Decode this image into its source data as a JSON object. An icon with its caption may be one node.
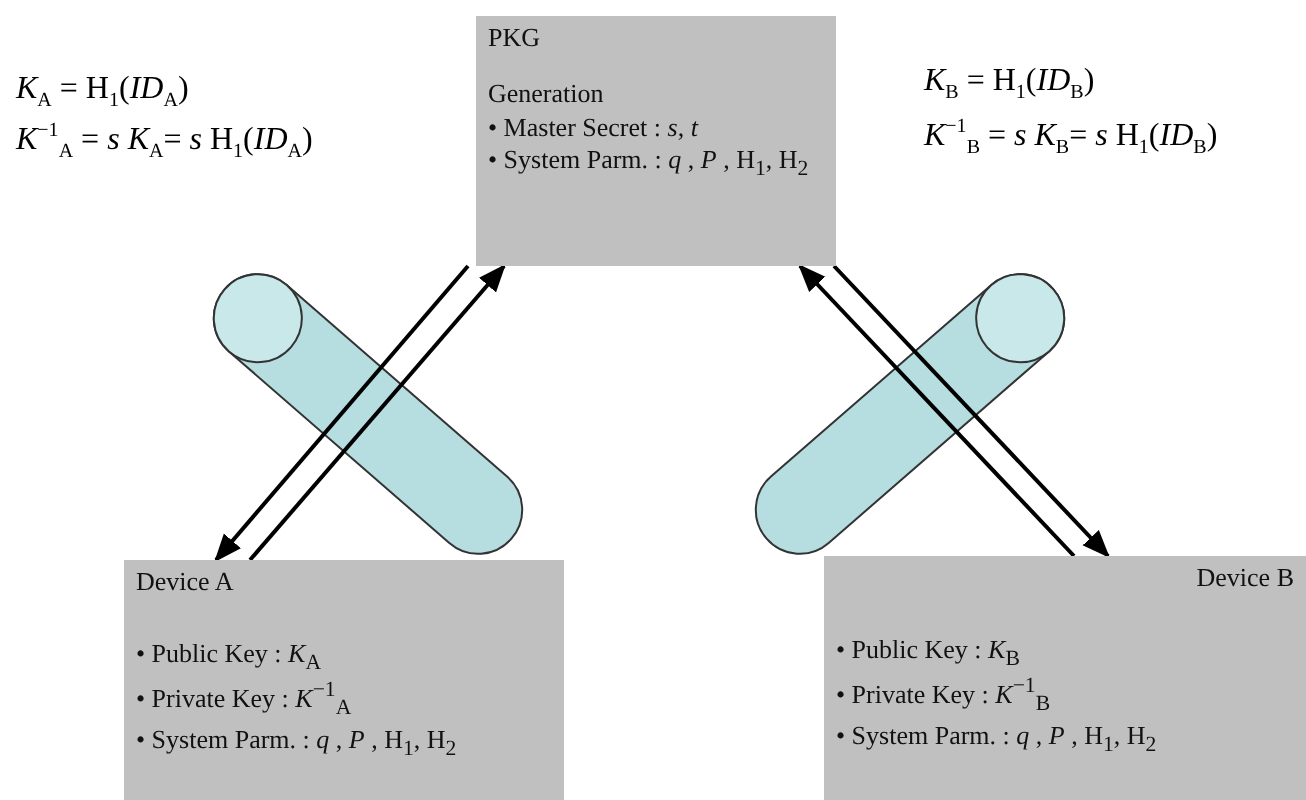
{
  "diagram": {
    "nodes": [
      {
        "text": [
          "PKG",
          "Generation",
          "• Master Secret : *s*, *t*",
          "• System Parm. : *q* , *P* , H$_{1}$, H$_{2}$"
        ]
      },
      {
        "text": [
          "Device A",
          "• Public Key : *K*$_{A}$",
          "• Private Key : *K*$^{−1}$$_{A}$",
          "• System Parm. : *q* , *P* , H$_{1}$, H$_{2}$"
        ]
      },
      {
        "text": [
          "Device B",
          "• Public Key : *K*$_{B}$",
          "• Private Key : *K*$^{−1}$$_{B}$",
          "• System Parm. : *q* , *P* , H$_{1}$, H$_{2}$"
        ]
      }
    ],
    "edges": [
      {
        "from": 0,
        "to": 1,
        "arrow": "to"
      },
      {
        "from": 1,
        "to": 0,
        "arrow": "to"
      },
      {
        "from": 2,
        "to": 0,
        "arrow": "to"
      },
      {
        "from": 0,
        "to": 2,
        "arrow": "to"
      }
    ],
    "labels": [
      "*K*$_{A}$ = H$_{1}$(*ID*$_{A}$)",
      "*K*$^{−1}$$_{A}$ = *s* *K*$_{A}$= *s* H$_{1}$(*ID*$_{A}$)",
      "*K*$_{B}$ = H$_{1}$(*ID*$_{B}$)",
      "*K*$^{−1}$$_{B}$ = *s* *K*$_{B}$= *s* H$_{1}$(*ID*$_{B}$)"
    ]
  }
}
